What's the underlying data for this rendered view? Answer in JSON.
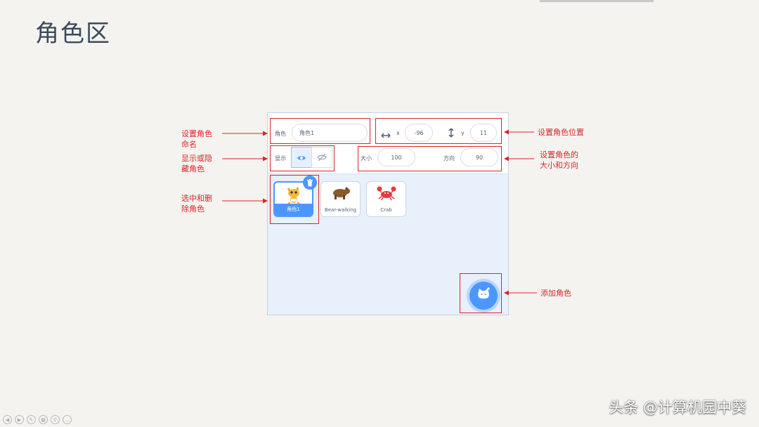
{
  "slide": {
    "title": "角色区"
  },
  "sprite_info": {
    "sprite_label": "角色",
    "sprite_name": "角色1",
    "x_label": "x",
    "x_value": "-96",
    "y_label": "y",
    "y_value": "11",
    "show_label": "显示",
    "size_label": "大小",
    "size_value": "100",
    "direction_label": "方向",
    "direction_value": "90"
  },
  "sprites": [
    {
      "name": "角色1",
      "selected": true,
      "icon": "cat-sprite-icon"
    },
    {
      "name": "Bear-walking",
      "selected": false,
      "icon": "bear-sprite-icon"
    },
    {
      "name": "Crab",
      "selected": false,
      "icon": "crab-sprite-icon"
    }
  ],
  "annotations": {
    "name_line1": "设置角色",
    "name_line2": "命名",
    "show_line1": "显示或隐",
    "show_line2": "藏角色",
    "select_line1": "选中和删",
    "select_line2": "除角色",
    "position": "设置角色位置",
    "size_line1": "设置角色的",
    "size_line2": "大小和方向",
    "add": "添加角色"
  },
  "colors": {
    "accent": "#4c97ff",
    "annotation": "#d9252b",
    "title": "#3a4a5c"
  },
  "footer": {
    "watermark": "头条 @计算机园中葵"
  }
}
